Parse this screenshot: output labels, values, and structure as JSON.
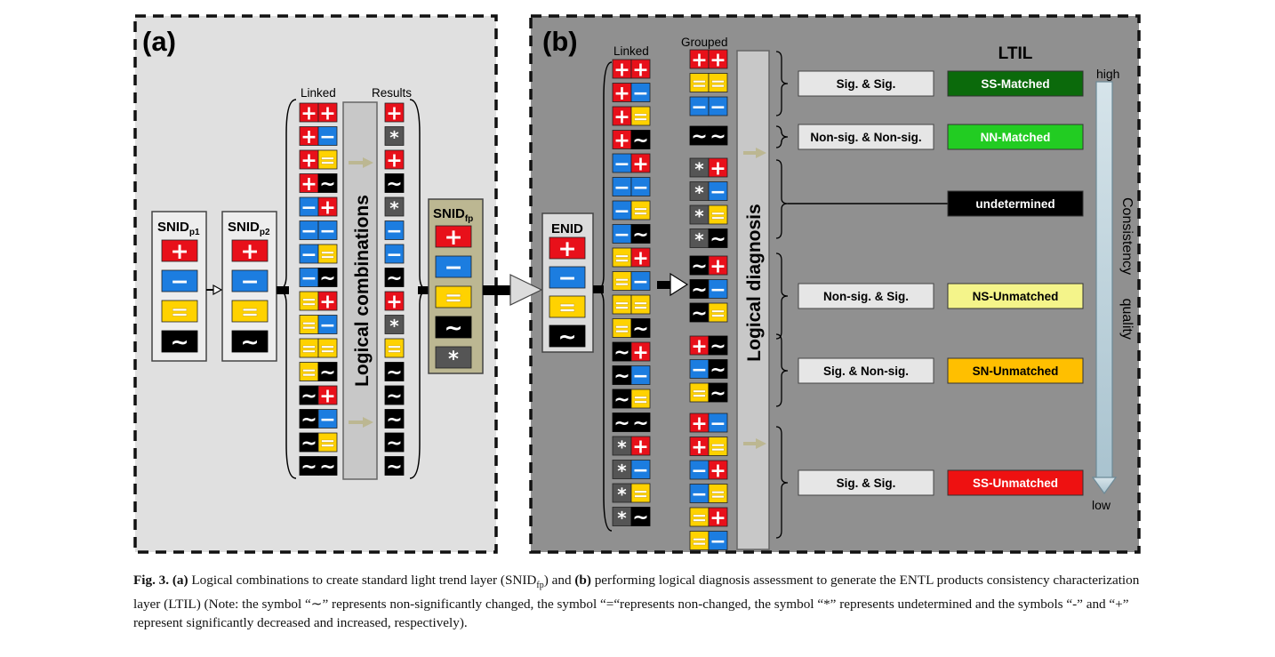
{
  "panel_a": {
    "label": "(a)",
    "snid_p1_title": "SNID",
    "snid_p1_sub": "p1",
    "snid_p2_title": "SNID",
    "snid_p2_sub": "p2",
    "linked_header": "Linked",
    "results_header": "Results",
    "process_label": "Logical combinations",
    "snid_fp_title": "SNID",
    "snid_fp_sub": "fp",
    "input_symbols": [
      "plus",
      "minus",
      "equal",
      "tilde"
    ],
    "fp_symbols": [
      "plus",
      "minus",
      "equal",
      "tilde",
      "star"
    ],
    "linked_pairs": [
      [
        "plus",
        "plus"
      ],
      [
        "plus",
        "minus"
      ],
      [
        "plus",
        "equal"
      ],
      [
        "plus",
        "tilde"
      ],
      [
        "minus",
        "plus"
      ],
      [
        "minus",
        "minus"
      ],
      [
        "minus",
        "equal"
      ],
      [
        "minus",
        "tilde"
      ],
      [
        "equal",
        "plus"
      ],
      [
        "equal",
        "minus"
      ],
      [
        "equal",
        "equal"
      ],
      [
        "equal",
        "tilde"
      ],
      [
        "tilde",
        "plus"
      ],
      [
        "tilde",
        "minus"
      ],
      [
        "tilde",
        "equal"
      ],
      [
        "tilde",
        "tilde"
      ]
    ],
    "results": [
      "plus",
      "star",
      "plus",
      "tilde",
      "star",
      "minus",
      "minus",
      "tilde",
      "plus",
      "star",
      "equal",
      "tilde",
      "tilde",
      "tilde",
      "tilde",
      "tilde"
    ]
  },
  "panel_b": {
    "label": "(b)",
    "enid_title": "ENID",
    "enid_symbols": [
      "plus",
      "minus",
      "equal",
      "tilde"
    ],
    "linked_header": "Linked",
    "grouped_header": "Grouped",
    "process_label": "Logical diagnosis",
    "ltil_title": "LTIL",
    "linked_pairs": [
      [
        "plus",
        "plus"
      ],
      [
        "plus",
        "minus"
      ],
      [
        "plus",
        "equal"
      ],
      [
        "plus",
        "tilde"
      ],
      [
        "minus",
        "plus"
      ],
      [
        "minus",
        "minus"
      ],
      [
        "minus",
        "equal"
      ],
      [
        "minus",
        "tilde"
      ],
      [
        "equal",
        "plus"
      ],
      [
        "equal",
        "minus"
      ],
      [
        "equal",
        "equal"
      ],
      [
        "equal",
        "tilde"
      ],
      [
        "tilde",
        "plus"
      ],
      [
        "tilde",
        "minus"
      ],
      [
        "tilde",
        "equal"
      ],
      [
        "tilde",
        "tilde"
      ],
      [
        "star",
        "plus"
      ],
      [
        "star",
        "minus"
      ],
      [
        "star",
        "equal"
      ],
      [
        "star",
        "tilde"
      ]
    ],
    "groups": [
      {
        "pairs": [
          [
            "plus",
            "plus"
          ],
          [
            "equal",
            "equal"
          ],
          [
            "minus",
            "minus"
          ]
        ],
        "condition": "Sig. & Sig.",
        "result": "SS-Matched",
        "color": "#0b6a0b",
        "text_color": "#ffffff"
      },
      {
        "pairs": [
          [
            "tilde",
            "tilde"
          ]
        ],
        "condition": "Non-sig. & Non-sig.",
        "result": "NN-Matched",
        "color": "#22cc22",
        "text_color": "#ffffff"
      },
      {
        "pairs": [
          [
            "star",
            "plus"
          ],
          [
            "star",
            "minus"
          ],
          [
            "star",
            "equal"
          ],
          [
            "star",
            "tilde"
          ]
        ],
        "condition": "",
        "result": "undetermined",
        "color": "#000000",
        "text_color": "#ffffff"
      },
      {
        "pairs": [
          [
            "tilde",
            "plus"
          ],
          [
            "tilde",
            "minus"
          ],
          [
            "tilde",
            "equal"
          ]
        ],
        "condition": "Non-sig. & Sig.",
        "result": "NS-Unmatched",
        "color": "#f4f48a",
        "text_color": "#000000"
      },
      {
        "pairs": [
          [
            "plus",
            "tilde"
          ],
          [
            "minus",
            "tilde"
          ],
          [
            "equal",
            "tilde"
          ]
        ],
        "condition": "Sig. & Non-sig.",
        "result": "SN-Unmatched",
        "color": "#ffbf00",
        "text_color": "#000000"
      },
      {
        "pairs": [
          [
            "plus",
            "minus"
          ],
          [
            "plus",
            "equal"
          ],
          [
            "minus",
            "plus"
          ],
          [
            "minus",
            "equal"
          ],
          [
            "equal",
            "plus"
          ],
          [
            "equal",
            "minus"
          ]
        ],
        "condition": "Sig. & Sig.",
        "result": "SS-Unmatched",
        "color": "#ee1111",
        "text_color": "#ffffff"
      }
    ],
    "quality_high": "high",
    "quality_low": "low",
    "quality_axis_label": "Consistency quality"
  },
  "symbol_glyphs": {
    "plus": "+",
    "minus": "−",
    "equal": "=",
    "tilde": "~",
    "star": "*"
  },
  "symbol_colors": {
    "plus": "#e8101a",
    "minus": "#1c7de0",
    "equal": "#ffd200",
    "tilde": "#000000",
    "star": "#555555"
  },
  "caption": {
    "fig": "Fig. 3.",
    "a": "(a)",
    "t1": " Logical combinations to create standard light trend layer (SNID",
    "sub": "fp",
    "t2": ") and ",
    "b": "(b)",
    "t3": " performing logical diagnosis assessment to generate the ENTL products consistency characterization layer (LTIL) (Note: the symbol “∼” represents non-significantly changed, the symbol “=“represents non-changed, the symbol “*” represents undetermined and the symbols “-” and “+” represent significantly decreased and increased, respectively)."
  }
}
